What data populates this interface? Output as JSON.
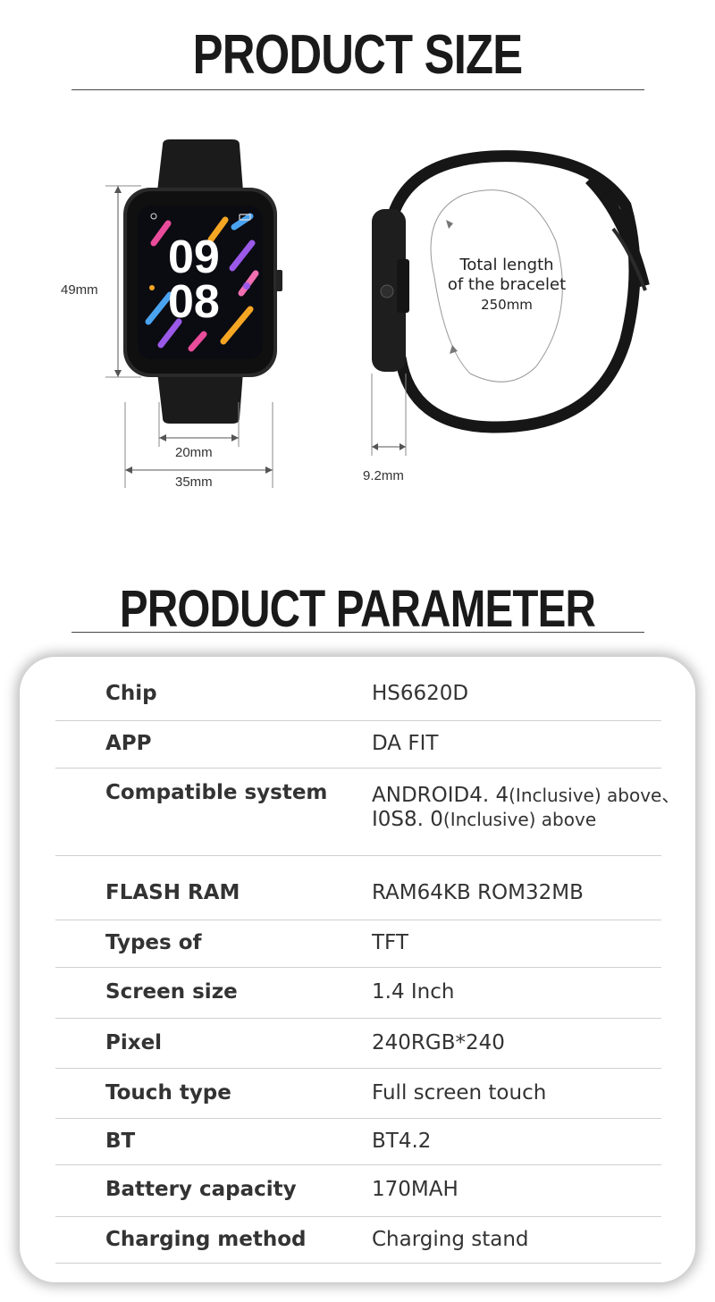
{
  "product_size": {
    "title": "PRODUCT SIZE",
    "watch_time_hour": "09",
    "watch_time_minute": "08",
    "height_label": "49mm",
    "band_width_label": "20mm",
    "case_width_label": "35mm",
    "thickness_label": "9.2mm",
    "bracelet_line1": "Total length",
    "bracelet_line2": "of the bracelet",
    "bracelet_length": "250mm"
  },
  "product_parameter": {
    "title": "PRODUCT PARAMETER",
    "rows": [
      {
        "label": "Chip",
        "value": "HS6620D"
      },
      {
        "label": "APP",
        "value": "DA FIT"
      },
      {
        "label": "Compatible system",
        "value_line1_main": "ANDROID4. 4",
        "value_line1_small": "(Inclusive) above、",
        "value_line2_main": "I0S8. 0",
        "value_line2_small": "(Inclusive) above"
      },
      {
        "label": "FLASH RAM",
        "value": "RAM64KB ROM32MB"
      },
      {
        "label": "Types of",
        "value": "TFT"
      },
      {
        "label": "Screen size",
        "value": "1.4 Inch"
      },
      {
        "label": "Pixel",
        "value": "240RGB*240"
      },
      {
        "label": "Touch type",
        "value": "Full screen touch"
      },
      {
        "label": "BT",
        "value": "BT4.2"
      },
      {
        "label": "Battery capacity",
        "value": "170MAH"
      },
      {
        "label": "Charging method",
        "value": "Charging stand"
      }
    ]
  }
}
